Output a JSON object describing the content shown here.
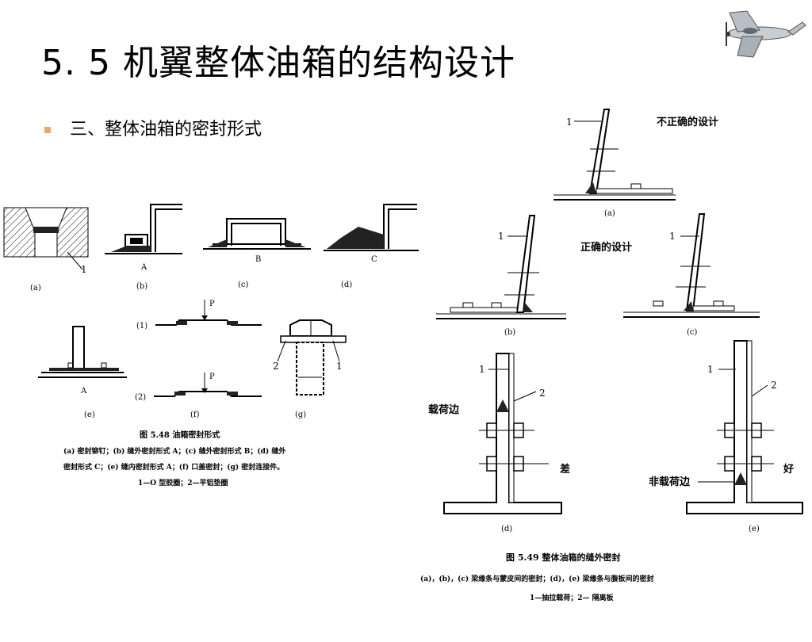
{
  "slide": {
    "title": "5. 5  机翼整体油箱的结构设计",
    "bullet": "三、整体油箱的密封形式"
  },
  "logo": {
    "icon": "airplane-icon"
  },
  "figure_left": {
    "sub_labels": [
      "(a)",
      "(b)",
      "(c)",
      "(d)",
      "(e)",
      "(f)",
      "(g)"
    ],
    "part_letters": {
      "b": "A",
      "c": "B",
      "d": "C",
      "e": "A"
    },
    "f_rows": [
      "(1)",
      "(2)"
    ],
    "load": "P",
    "numbers": {
      "one": "1",
      "two": "2"
    },
    "caption_title": "图 5.48    油箱密封形式",
    "caption_line1": "(a) 密封铆钉；(b) 缝外密封形式 A；(c) 缝外密封形式 B；(d) 缝外",
    "caption_line2": "密封形式 C；(e) 缝内密封形式 A；(f) 口盖密封；(g) 密封连接件。",
    "caption_line3": "1—O 型胶圈；2—平铝垫圈"
  },
  "figure_right": {
    "label_incorrect": "不正确的设计",
    "label_correct": "正确的设计",
    "label_bad": "差",
    "label_good": "好",
    "label_load_edge": "载荷边",
    "label_nonload_edge": "非载荷边",
    "sub_labels": [
      "(a)",
      "(b)",
      "(c)",
      "(d)",
      "(e)"
    ],
    "numbers": {
      "one": "1",
      "two": "2"
    },
    "caption_title": "图 5.49    整体油箱的缝外密封",
    "caption_line1": "(a)，(b)，(c) 梁缘条与蒙皮间的密封；(d)，(e) 梁缘条与腹板间的密封",
    "caption_line2": "1—抽拉载荷；2— 隔离板"
  }
}
